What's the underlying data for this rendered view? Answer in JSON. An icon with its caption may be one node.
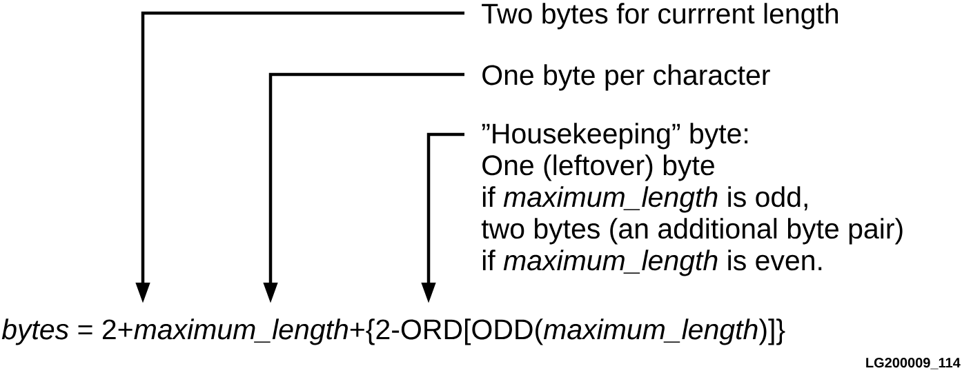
{
  "diagram": {
    "nodes": [
      {
        "text": [
          "Two bytes for currrent length"
        ]
      },
      {
        "text": [
          "One byte per character"
        ]
      },
      {
        "text": [
          "”Housekeeping” byte:",
          "One (leftover) byte",
          "if *maximum_length* is odd,",
          "two bytes (an additional byte pair)",
          "if *maximum_length* is even."
        ]
      }
    ],
    "edges": [
      {
        "from": 0,
        "to": null,
        "arrow": "to"
      },
      {
        "from": 1,
        "to": null,
        "arrow": "to"
      },
      {
        "from": 2,
        "to": null,
        "arrow": "to"
      }
    ],
    "labels": [
      "*bytes* = 2+*maximum_length*+{2-ORD[ODD(*maximum_length*)]}",
      "LG200009_114"
    ]
  }
}
